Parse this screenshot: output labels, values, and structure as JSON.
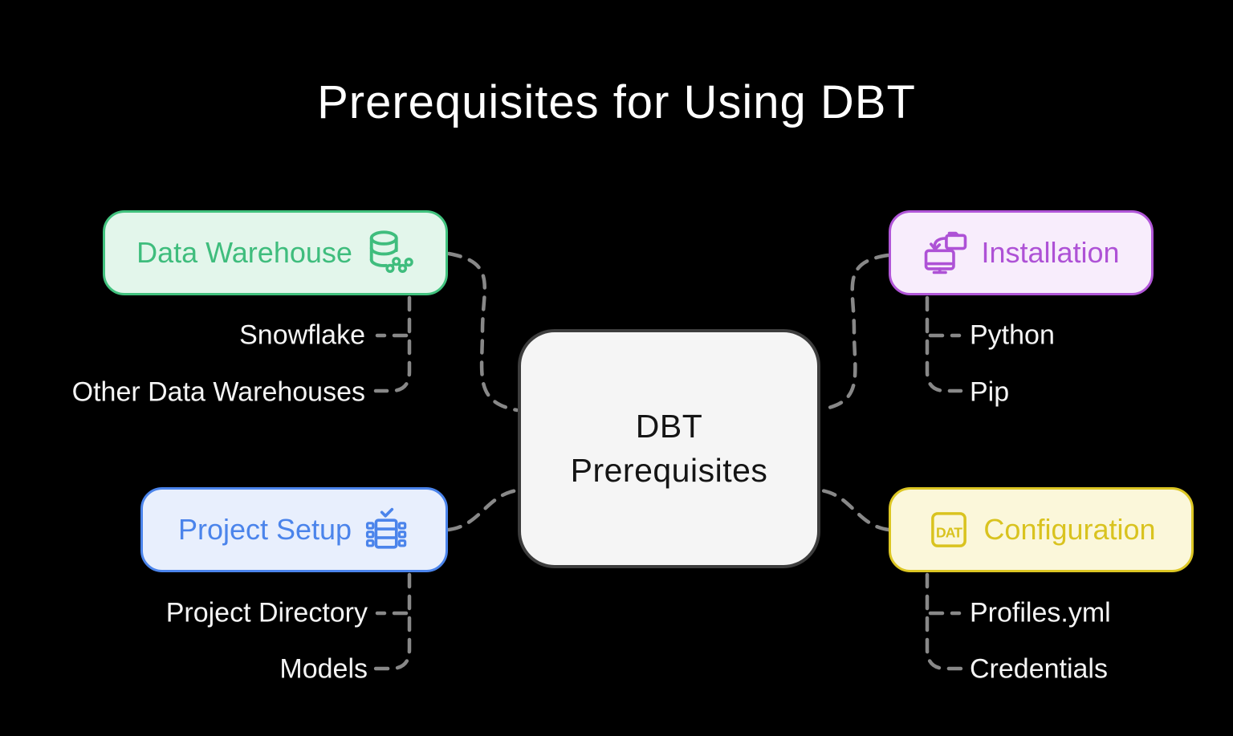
{
  "title": "Prerequisites for Using DBT",
  "background": "#000000",
  "connector_color": "#888888",
  "center": {
    "line1": "DBT",
    "line2": "Prerequisites",
    "fill": "#f5f5f5",
    "border": "#3d3d3d"
  },
  "branches": [
    {
      "id": "data-warehouse",
      "label": "Data Warehouse",
      "icon": "database-network-icon",
      "accent": "#41c27e",
      "fill": "#e3f6eb",
      "children": [
        "Snowflake",
        "Other Data Warehouses"
      ]
    },
    {
      "id": "installation",
      "label": "Installation",
      "icon": "install-to-computer-icon",
      "accent": "#b156d8",
      "fill": "#f8edfc",
      "children": [
        "Python",
        "Pip"
      ]
    },
    {
      "id": "project-setup",
      "label": "Project Setup",
      "icon": "table-check-icon",
      "accent": "#4b84eb",
      "fill": "#e8effd",
      "children": [
        "Project Directory",
        "Models"
      ]
    },
    {
      "id": "configuration",
      "label": "Configuration",
      "icon": "dat-file-icon",
      "icon_text": "DAT",
      "accent": "#dcc623",
      "fill": "#fbf7da",
      "children": [
        "Profiles.yml",
        "Credentials"
      ]
    }
  ]
}
